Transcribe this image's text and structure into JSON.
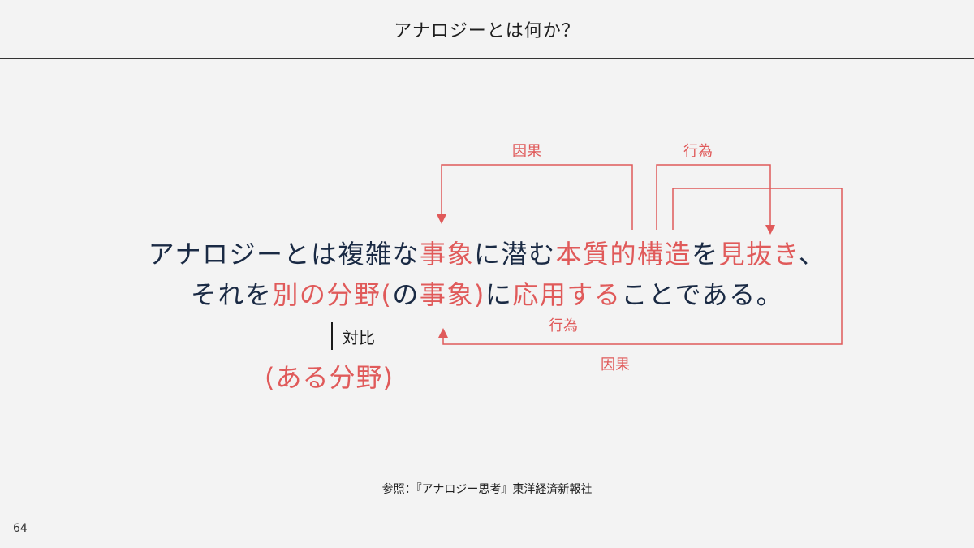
{
  "slide": {
    "title": "アナロジーとは何か？",
    "page_number": "64",
    "source": "参照：『アナロジー思考』東洋経済新報社"
  },
  "definition": {
    "line1": {
      "p1": "アナロジーとは複雑な",
      "h1": "事象",
      "p2": "に潜む",
      "h2": "本質的構造",
      "p3": "を",
      "h3": "見抜き",
      "p4": "、"
    },
    "line2": {
      "p1": "それを",
      "h1": "別の分野(",
      "p2": "の",
      "h2": "事象)",
      "p3": "に",
      "h3": "応用する",
      "p4": "ことである。"
    }
  },
  "annotations": {
    "top_cause": "因果",
    "top_action": "行為",
    "bottom_action": "行為",
    "bottom_cause": "因果",
    "contrast": "対比",
    "domain": "(ある分野)"
  },
  "colors": {
    "accent": "#e05a5a",
    "text": "#1a2a44"
  }
}
